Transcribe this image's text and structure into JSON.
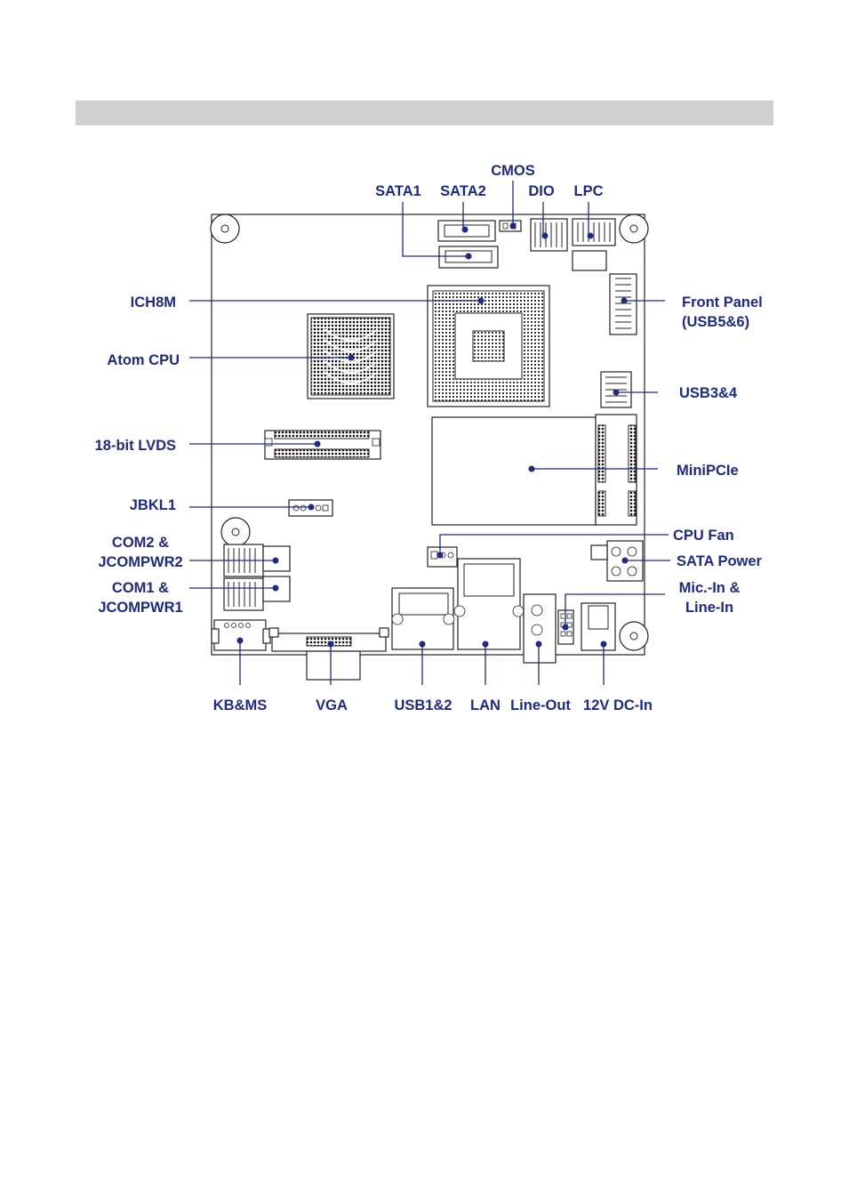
{
  "labels": {
    "cmos": "CMOS",
    "sata1": "SATA1",
    "sata2": "SATA2",
    "dio": "DIO",
    "lpc": "LPC",
    "ich8m": "ICH8M",
    "atom_cpu": "Atom CPU",
    "lvds": "18-bit LVDS",
    "jbkl1": "JBKL1",
    "com2_l1": "COM2 &",
    "com2_l2": "JCOMPWR2",
    "com1_l1": "COM1 &",
    "com1_l2": "JCOMPWR1",
    "front_panel_l1": "Front Panel",
    "front_panel_l2": "(USB5&6)",
    "usb34": "USB3&4",
    "minipcie": "MiniPCIe",
    "cpu_fan": "CPU Fan",
    "sata_power": "SATA Power",
    "mic_l1": "Mic.-In &",
    "mic_l2": "Line-In",
    "kbms": "KB&MS",
    "vga": "VGA",
    "usb12": "USB1&2",
    "lan": "LAN",
    "line_out": "Line-Out",
    "dc_in": "12V DC-In"
  },
  "colors": {
    "label": "#1f2b80",
    "header_bar": "#d0d0d0"
  }
}
